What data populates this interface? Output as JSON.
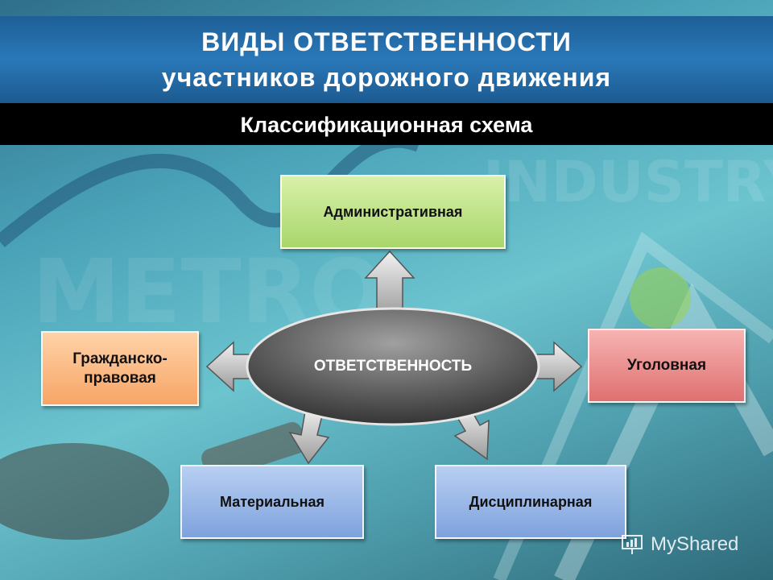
{
  "header": {
    "title_line1": "ВИДЫ ОТВЕТСТВЕННОСТИ",
    "title_line2": "участников дорожного движения"
  },
  "subtitle": "Классификационная схема",
  "diagram": {
    "center": "ОТВЕТСТВЕННОСТЬ",
    "nodes": {
      "administrative": "Административная",
      "civil_line1": "Гражданско-",
      "civil_line2": "правовая",
      "criminal": "Уголовная",
      "material": "Материальная",
      "disciplinary": "Дисциплинарная"
    }
  },
  "watermark": {
    "text": "MyShared",
    "icon": "presentation-icon"
  },
  "colors": {
    "header_blue": "#2a78b8",
    "admin_green": "#a8d66c",
    "civil_orange": "#f7a566",
    "criminal_red": "#df7070",
    "blue_box": "#7ea2dd",
    "center_gray": "#555555"
  }
}
